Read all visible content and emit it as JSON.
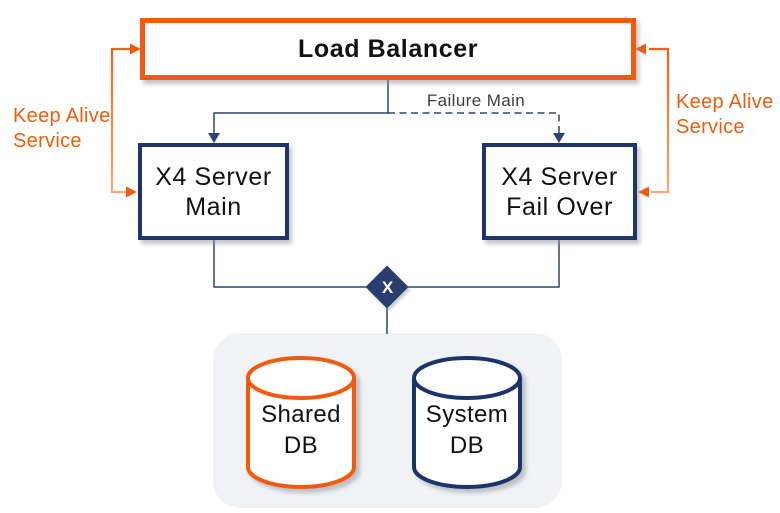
{
  "colors": {
    "orange": "#F05C0C",
    "orangeLight": "#FBAB80",
    "navy": "#1F3468",
    "navyLine": "#2E4373",
    "diamond": "#2A3E6E",
    "panelBg": "#F0F2F5",
    "textDark": "#111111",
    "labelGray": "#3D3D3D"
  },
  "nodes": {
    "load_balancer": {
      "label": "Load Balancer"
    },
    "server_main": {
      "line1": "X4 Server",
      "line2": "Main"
    },
    "server_failover": {
      "line1": "X4 Server",
      "line2": "Fail Over"
    },
    "shared_db": {
      "line1": "Shared",
      "line2": "DB"
    },
    "system_db": {
      "line1": "System",
      "line2": "DB"
    }
  },
  "labels": {
    "keep_alive_left": {
      "line1": "Keep Alive",
      "line2": "Service"
    },
    "keep_alive_right": {
      "line1": "Keep Alive",
      "line2": "Service"
    },
    "failure_main": "Failure Main",
    "junction": "X"
  }
}
